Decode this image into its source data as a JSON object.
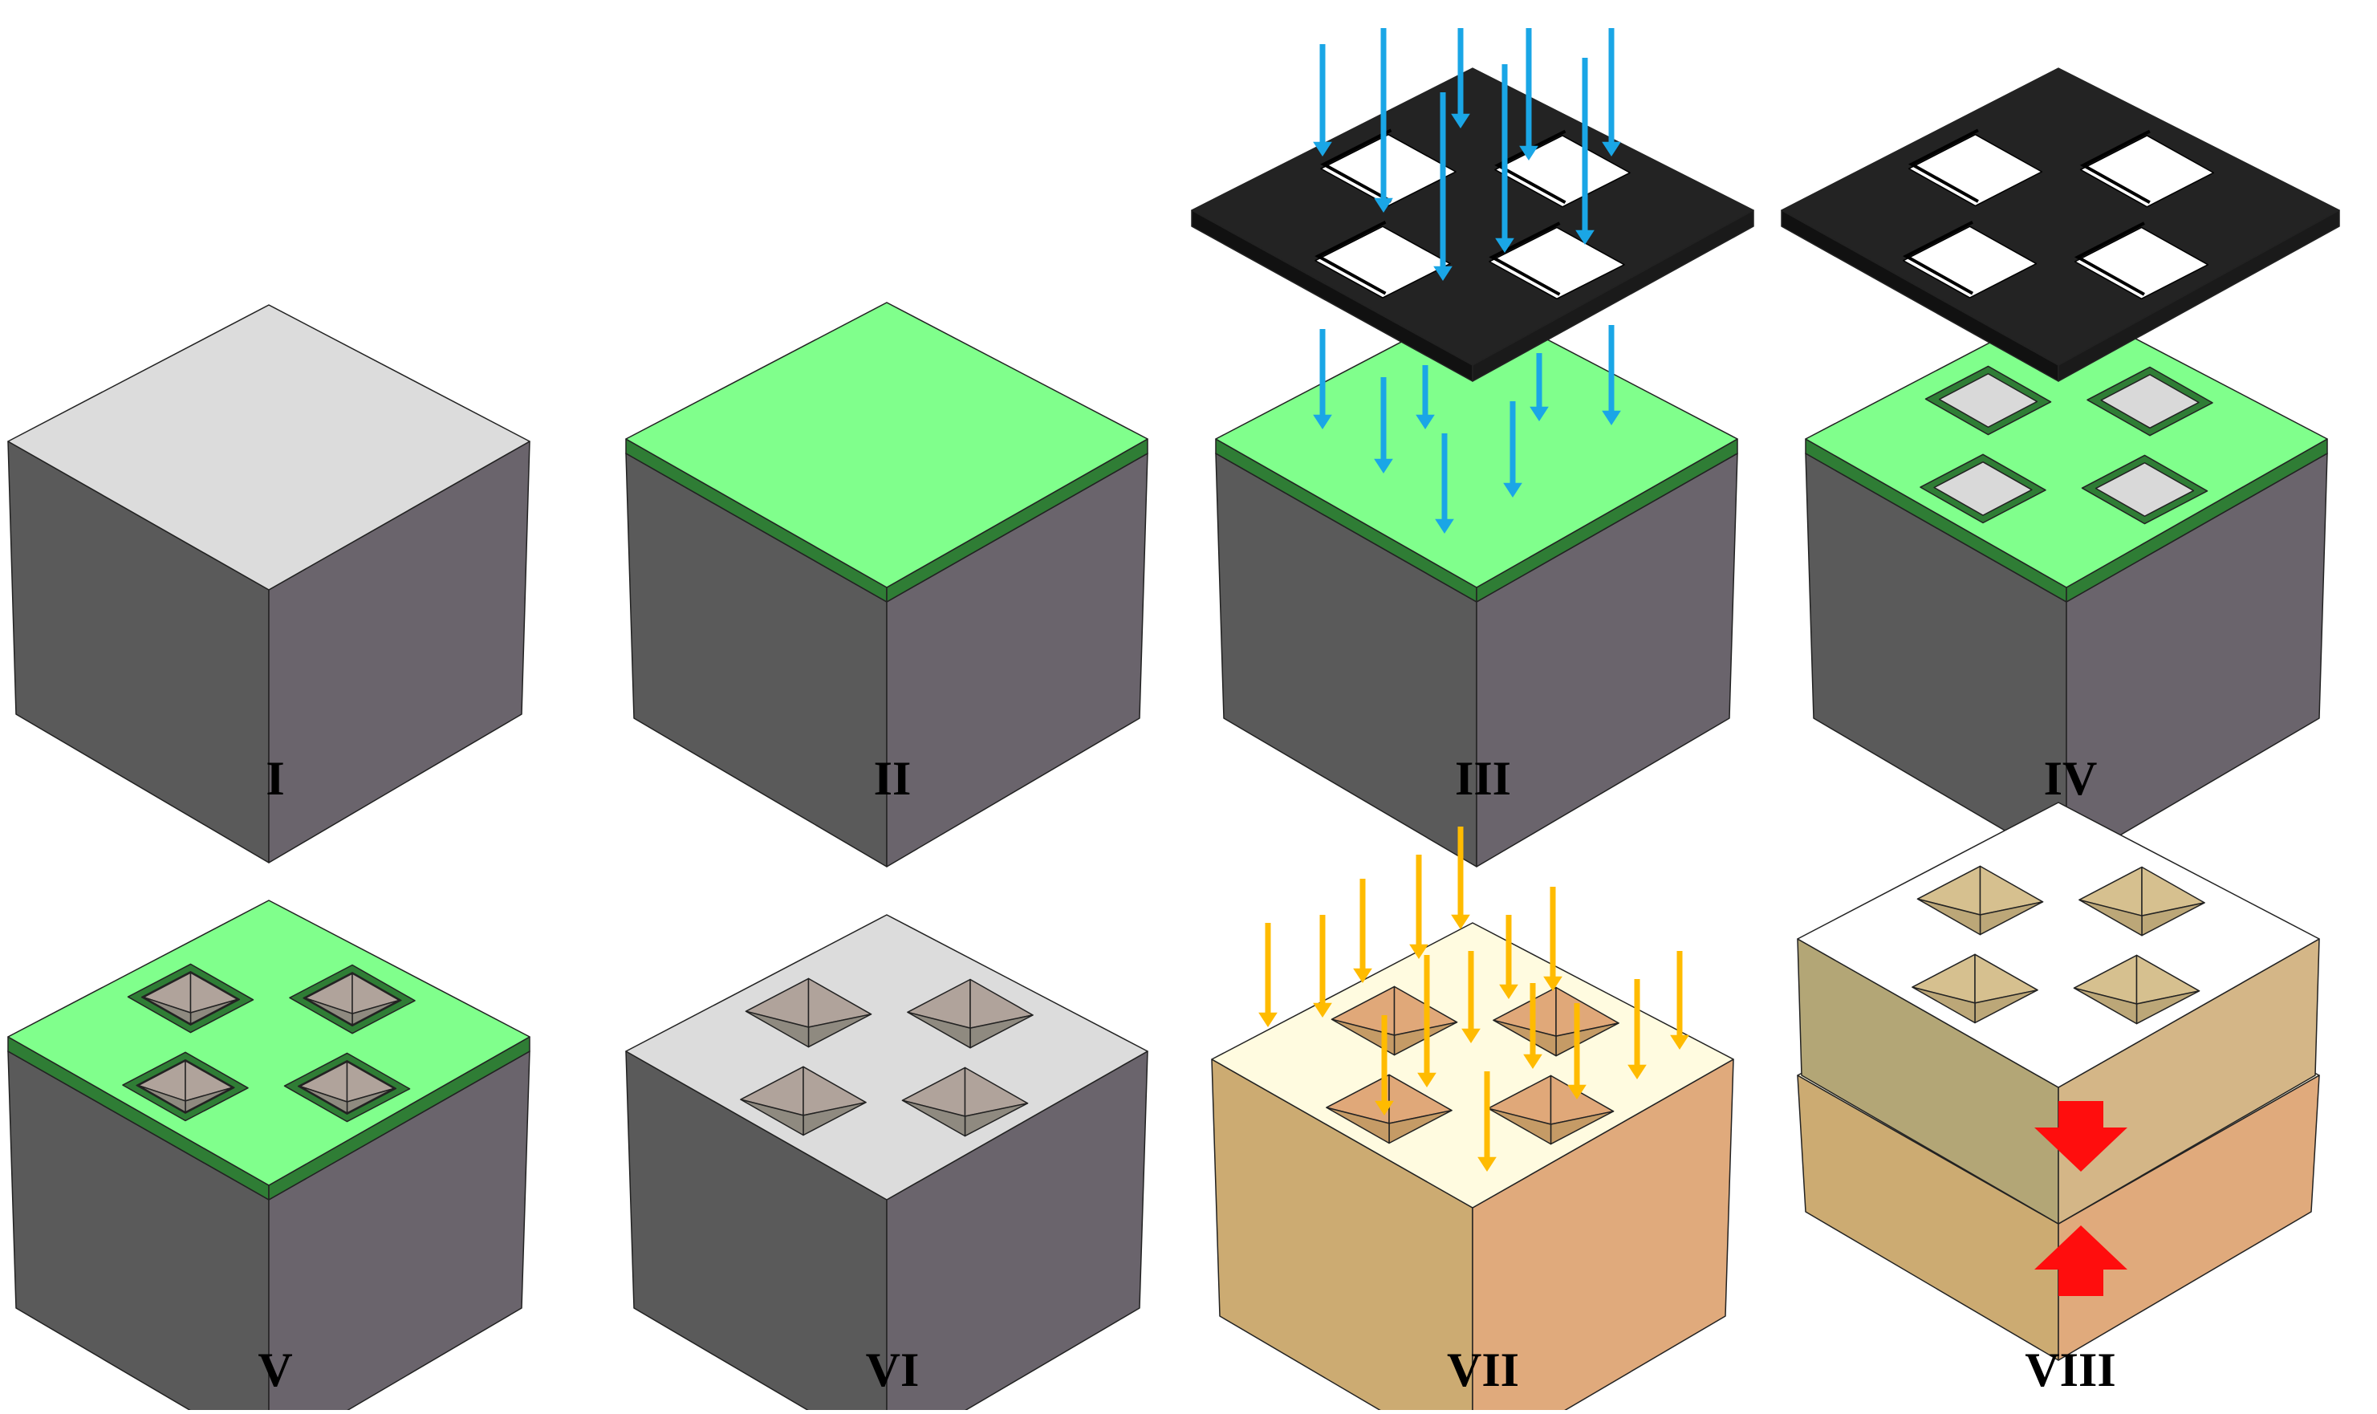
{
  "steps": [
    {
      "label": "I"
    },
    {
      "label": "II"
    },
    {
      "label": "III"
    },
    {
      "label": "IV"
    },
    {
      "label": "V"
    },
    {
      "label": "VI"
    },
    {
      "label": "VII"
    },
    {
      "label": "VIII"
    }
  ],
  "colors": {
    "substrate_top_grey": "#dcdcdc",
    "substrate_left": "#5a5a5a",
    "substrate_right": "#6a646c",
    "resist_top_green": "#80ff8c",
    "resist_side_green": "#2f7d35",
    "mask_black": "#232323",
    "uv_arrow_blue": "#1aa6e6",
    "deposit_arrow_orange": "#ffbb00",
    "press_arrow_red": "#ff0d0d",
    "pit_wall_light": "#b0a39b",
    "pit_wall_dark": "#8f8a80",
    "polymer_top_yellow": "#fffbe0",
    "polymer_left": "#ccab72",
    "polymer_right": "#e0aa7c",
    "mold_top_white": "#ffffff",
    "mold_left": "#b3a676",
    "mold_right": "#d4b687",
    "mold_pit": "#d6c08f"
  }
}
